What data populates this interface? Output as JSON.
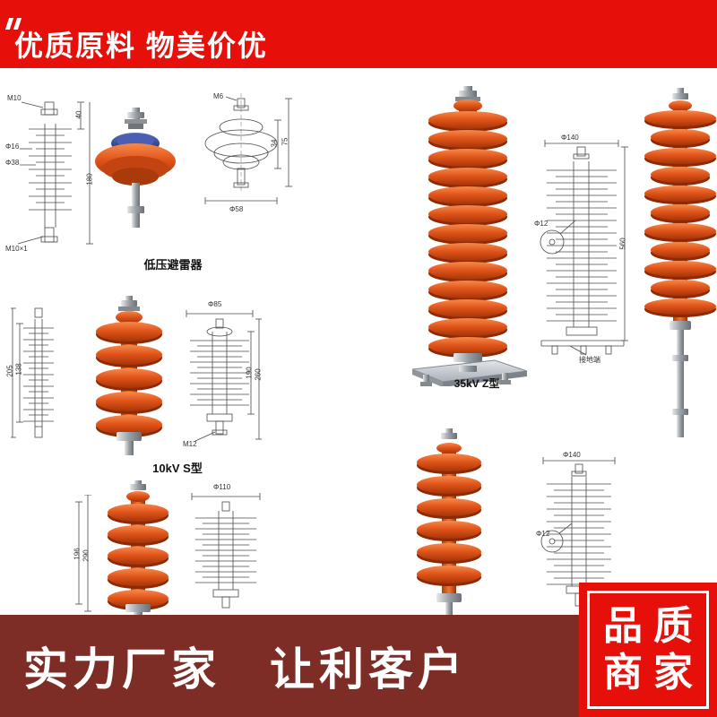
{
  "colors": {
    "banner_red": "#e60f0a",
    "footer_maroon": "#7d2d26",
    "badge_red": "#e60f0a",
    "arrester_orange": "#e2551b",
    "cap_blue": "#2b3f94"
  },
  "top_banner": {
    "text": "优质原料 物美价优"
  },
  "products": {
    "low_voltage": {
      "label": "低压避雷器"
    },
    "s10kv": {
      "label": "10kV S型"
    },
    "z35kv": {
      "label": "35kV Z型"
    }
  },
  "dims": {
    "d1": {
      "m10": "M10",
      "h40": "40",
      "phi16": "Φ16",
      "phi38": "Φ38",
      "h180": "180",
      "m10x1": "M10×1"
    },
    "d2": {
      "m6": "M6",
      "h34": "34",
      "h75": "75",
      "phi58": "Φ58"
    },
    "d2l": {
      "h138": "138",
      "h205": "205"
    },
    "d3": {
      "phi85": "Φ85",
      "h190": "190",
      "h260": "260",
      "m12": "M12"
    },
    "d4": {
      "phi110": "Φ110"
    },
    "d4l": {
      "h196": "196",
      "h290": "290"
    },
    "d5": {
      "phi140": "Φ140",
      "phi12": "Φ12",
      "h560": "560",
      "ground": "接地端"
    },
    "d6": {
      "phi140": "Φ140",
      "phi12": "Φ12"
    }
  },
  "footer": {
    "text": "实力厂家　让利客户"
  },
  "badge": {
    "line1": "品质",
    "line2": "商家"
  }
}
